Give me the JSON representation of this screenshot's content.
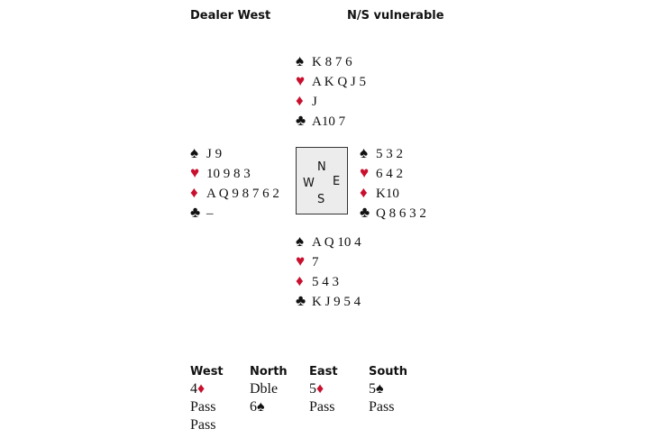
{
  "header": {
    "dealer": "Dealer West",
    "vulnerability": "N/S vulnerable"
  },
  "suits": {
    "spades": "♠",
    "hearts": "♥",
    "diamonds": "♦",
    "clubs": "♣"
  },
  "colors": {
    "red": "#c8102e",
    "black": "#111111"
  },
  "hands": {
    "north": {
      "spades": "K 8 7 6",
      "hearts": "A K Q J 5",
      "diamonds": "J",
      "clubs": "A10 7"
    },
    "west": {
      "spades": "J 9",
      "hearts": "10 9 8 3",
      "diamonds": "A Q 9 8 7 6 2",
      "clubs": "–"
    },
    "east": {
      "spades": "5 3 2",
      "hearts": "6 4 2",
      "diamonds": "K10",
      "clubs": "Q 8 6 3 2"
    },
    "south": {
      "spades": "A Q 10 4",
      "hearts": "7",
      "diamonds": "5 4 3",
      "clubs": "K J 9 5 4"
    }
  },
  "compass": {
    "n": "N",
    "e": "E",
    "s": "S",
    "w": "W"
  },
  "auction": {
    "headers": [
      "West",
      "North",
      "East",
      "South"
    ],
    "west": [
      "4",
      "Pass",
      "Pass"
    ],
    "north": [
      "Dble",
      "6"
    ],
    "east": [
      "5",
      "Pass"
    ],
    "south": [
      "5",
      "Pass"
    ]
  }
}
